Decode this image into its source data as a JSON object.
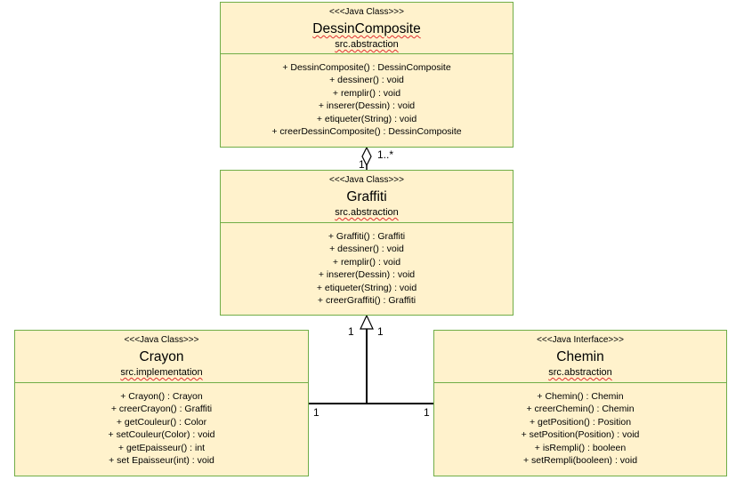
{
  "classes": {
    "dessin_composite": {
      "stereotype": "<<<Java Class>>>",
      "name": "DessinComposite",
      "package": "src.abstraction",
      "operations": [
        "+ DessinComposite() : DessinComposite",
        "+ dessiner() : void",
        "+ remplir() : void",
        "+ inserer(Dessin) : void",
        "+ etiqueter(String) : void",
        "+ creerDessinComposite() : DessinComposite"
      ]
    },
    "graffiti": {
      "stereotype": "<<<Java Class>>>",
      "name": "Graffiti",
      "package": "src.abstraction",
      "operations": [
        "+ Graffiti() : Graffiti",
        "+ dessiner() : void",
        "+ remplir() : void",
        "+ inserer(Dessin) : void",
        "+ etiqueter(String) : void",
        "+ creerGraffiti() : Graffiti"
      ]
    },
    "crayon": {
      "stereotype": "<<<Java Class>>>",
      "name": "Crayon",
      "package": "src.implementation",
      "operations": [
        "+ Crayon() : Crayon",
        "+ creerCrayon() : Graffiti",
        "+ getCouleur() : Color",
        "+ setCouleur(Color) : void",
        "+ getEpaisseur() : int",
        "+ set Epaisseur(int) : void"
      ]
    },
    "chemin": {
      "stereotype": "<<<Java Interface>>>",
      "name": "Chemin",
      "package": "src.abstraction",
      "operations": [
        "+ Chemin() : Chemin",
        "+ creerChemin() : Chemin",
        "+ getPosition() : Position",
        "+ setPosition(Position) : void",
        "+ isRempli() : booleen",
        "+ setRempli(booleen) : void"
      ]
    }
  },
  "multiplicities": {
    "aggregation_many": "1..*",
    "aggregation_one": "1",
    "inherit_left_top": "1",
    "inherit_right_top": "1",
    "crayon_end": "1",
    "chemin_end": "1"
  },
  "colors": {
    "class_fill": "#fff2cc",
    "class_border": "#70ad47",
    "squiggle": "#e03030"
  }
}
